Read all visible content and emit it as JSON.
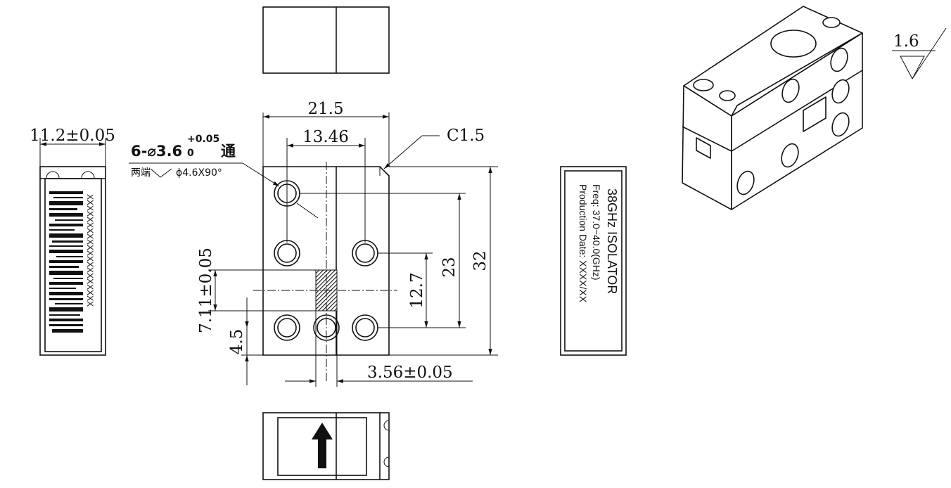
{
  "dimensions": {
    "width_overall": "21.5",
    "hole_spacing_x": "13.46",
    "chamfer": "C1.5",
    "side_width": "11.2±0.05",
    "height_overall": "32",
    "hole_spacing_y_outer": "23",
    "hole_spacing_y_inner": "12.7",
    "port_offset": "7.11±0.05",
    "bottom_row": "4.5",
    "port_width": "3.56±0.05"
  },
  "hole_note": {
    "prefix": "6-⌀3.6",
    "tol_upper": "+0.05",
    "tol_lower": "0",
    "through": "通",
    "countersink": "两端",
    "countersink_spec": "ϕ4.6X90°"
  },
  "surface_finish": "1.6",
  "label_plate": {
    "title": "38GHz ISOLATOR",
    "freq": "Freq: 37.0~40.0(GHz)",
    "date": "Production Date: XXXX/XX"
  },
  "side_view": {
    "serial": "XXXXXXXXXXXXXXXXXXXX"
  }
}
